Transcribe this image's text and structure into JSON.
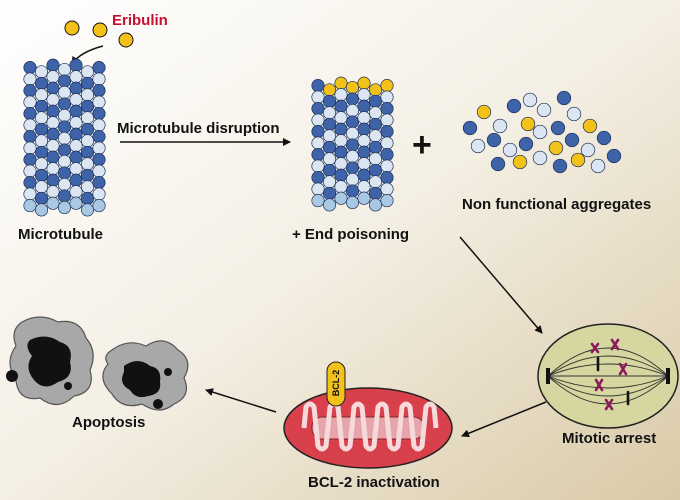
{
  "labels": {
    "eribulin": "Eribulin",
    "microtubule": "Microtubule",
    "disruption": "Microtubule disruption",
    "end_poisoning": "+ End poisoning",
    "plus_sign": "+",
    "aggregates": "Non functional aggregates",
    "mitotic_arrest": "Mitotic arrest",
    "bcl2_inactivation": "BCL-2 inactivation",
    "bcl2_tag": "BCL-2",
    "apoptosis": "Apoptosis"
  },
  "colors": {
    "drug_yellow": "#f2c21a",
    "tubulin_dark": "#3f63a8",
    "tubulin_light": "#dbe6f2",
    "tubulin_pale": "#a9c8e4",
    "mito_red": "#d8404b",
    "cell_green": "#d6d6a0",
    "cell_gray": "#a8a8a8",
    "accent_red": "#c8102e"
  }
}
